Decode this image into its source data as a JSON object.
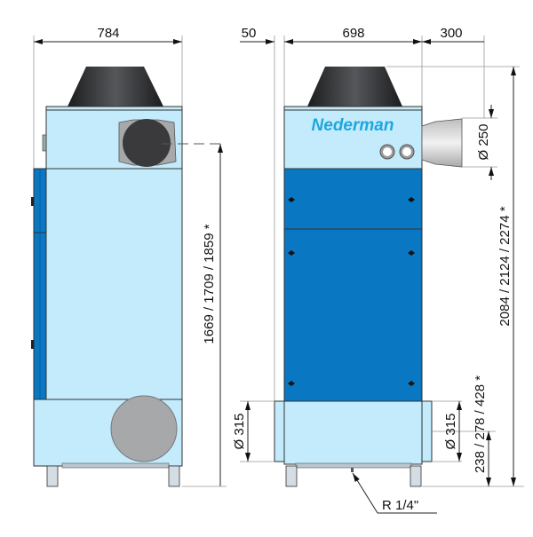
{
  "brand": "Nederman",
  "dimensions": {
    "side_width": "784",
    "offset": "50",
    "front_width": "698",
    "outlet_depth": "300",
    "side_outlet_height": "1669 / 1709 / 1859 *",
    "total_height": "2084 / 2124 / 2274 *",
    "outlet_diameter": "Ø 250",
    "inlet_diameter_left": "Ø 315",
    "inlet_diameter_right": "Ø 315",
    "inlet_height": "238 / 278 / 428 *",
    "drain_thread": "R 1/4\""
  },
  "colors": {
    "body": "#c3ebfb",
    "panel": "#0a77c2",
    "brand": "#1da7e0",
    "fan": "#2e2e30"
  }
}
